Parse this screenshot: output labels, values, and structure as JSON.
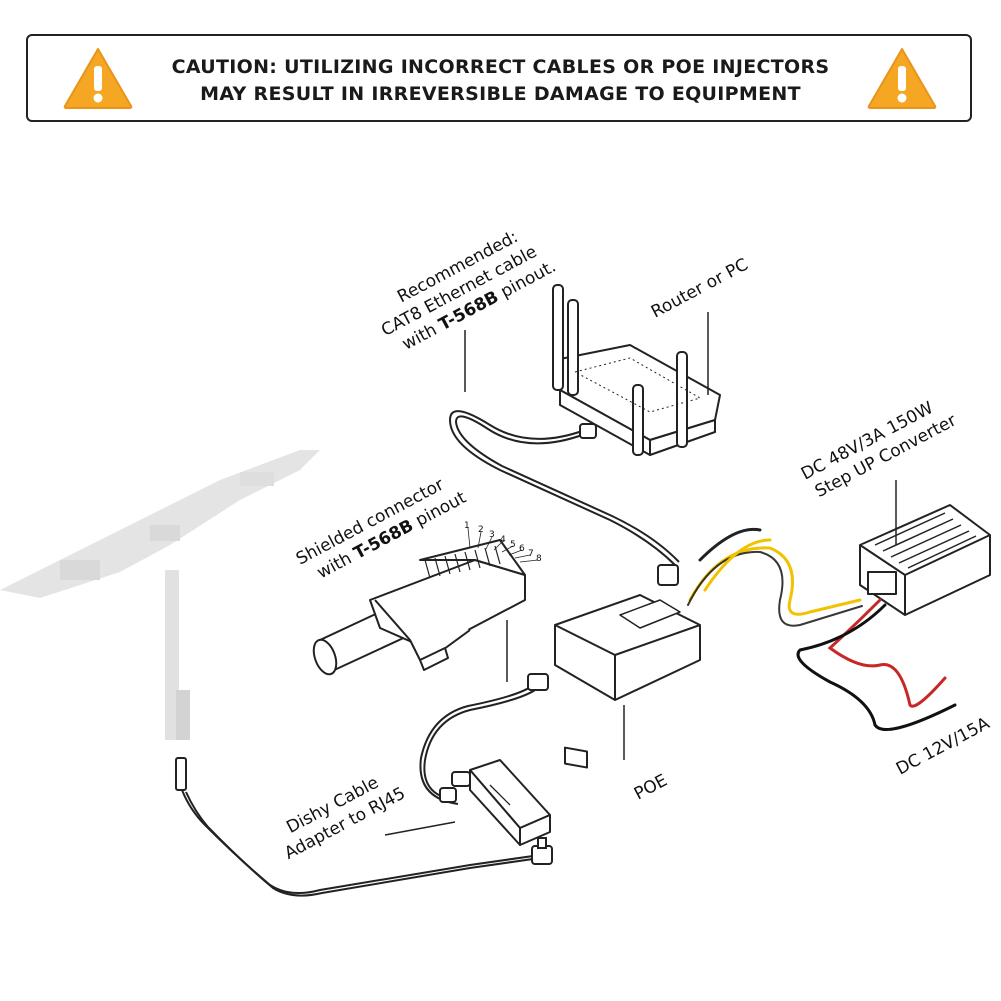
{
  "caution": {
    "line1": "CAUTION: UTILIZING INCORRECT CABLES OR POE INJECTORS",
    "line2": "MAY RESULT IN IRREVERSIBLE DAMAGE TO EQUIPMENT",
    "icon": "warning-triangle-icon",
    "icon_color": "#F5A623"
  },
  "labels": {
    "cable_line1": "Recommended:",
    "cable_line2": "CAT8 Ethernet cable",
    "cable_line3_pre": "with ",
    "cable_line3_bold": "T-568B",
    "cable_line3_post": " pinout.",
    "router": "Router or PC",
    "converter_line1": "DC 48V/3A 150W",
    "converter_line2": "Step UP Converter",
    "connector_line1": "Shielded connector",
    "connector_line2_pre": "with ",
    "connector_line2_bold": "T-568B",
    "connector_line2_post": " pinout",
    "pins": [
      "1",
      "2",
      "3",
      "4",
      "5",
      "6",
      "7",
      "8"
    ],
    "adapter_line1": "Dishy Cable",
    "adapter_line2": "Adapter to RJ45",
    "poe": "POE",
    "output": "DC 12V/15A"
  },
  "colors": {
    "wire_red": "#C62828",
    "wire_yellow": "#F2C200",
    "wire_black": "#111111"
  }
}
